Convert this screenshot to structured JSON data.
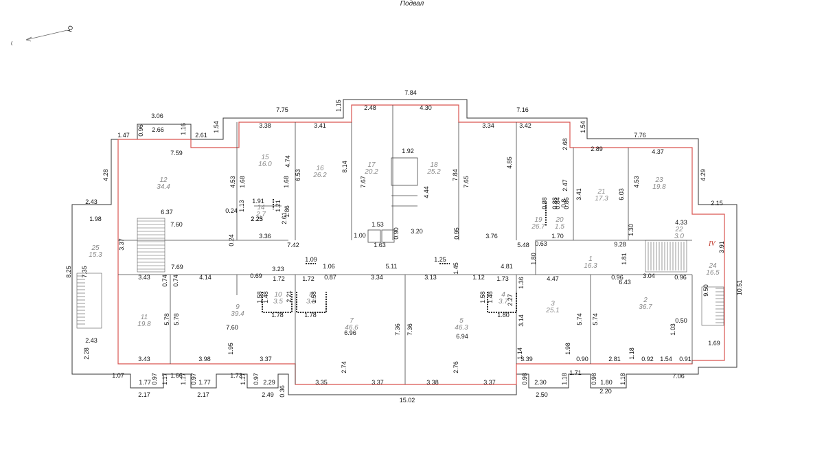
{
  "title": "Подвал",
  "north_mark": "Ю",
  "roman_label": "IV",
  "colors": {
    "perimeter": "#d9534f",
    "walls": "#333333",
    "room_labels": "#8a8a8a"
  },
  "rooms": [
    {
      "num": "1",
      "area": "16.3"
    },
    {
      "num": "2",
      "area": "36.7"
    },
    {
      "num": "3",
      "area": "25.1"
    },
    {
      "num": "4",
      "area": "3.7"
    },
    {
      "num": "5",
      "area": "46.3"
    },
    {
      "num": "7",
      "area": "46.6"
    },
    {
      "num": "8",
      "area": "3.5"
    },
    {
      "num": "9",
      "area": "39.4"
    },
    {
      "num": "10",
      "area": "3.5"
    },
    {
      "num": "11",
      "area": "19.8"
    },
    {
      "num": "12",
      "area": "34.4"
    },
    {
      "num": "14",
      "area": "2.7"
    },
    {
      "num": "15",
      "area": "16.0"
    },
    {
      "num": "16",
      "area": "26.2"
    },
    {
      "num": "17",
      "area": "20.2"
    },
    {
      "num": "18",
      "area": "25.2"
    },
    {
      "num": "19",
      "area": "26.7"
    },
    {
      "num": "20",
      "area": "1.5"
    },
    {
      "num": "21",
      "area": "17.3"
    },
    {
      "num": "22",
      "area": "3.0"
    },
    {
      "num": "23",
      "area": "19.8"
    },
    {
      "num": "24",
      "area": "16.5"
    },
    {
      "num": "25",
      "area": "15.3"
    }
  ],
  "dims": [
    "7.84",
    "7.75",
    "1.15",
    "7.16",
    "2.48",
    "4.30",
    "3.06",
    "0.96",
    "2.66",
    "1.16",
    "1.47",
    "2.61",
    "1.54",
    "3.38",
    "3.41",
    "3.34",
    "3.42",
    "1.54",
    "7.76",
    "2.68",
    "2.89",
    "4.37",
    "7.59",
    "4.28",
    "4.74",
    "6.53",
    "8.14",
    "1.92",
    "7.84",
    "7.65",
    "4.85",
    "2.47",
    "3.41",
    "6.03",
    "4.53",
    "4.29",
    "1.68",
    "1.68",
    "4.44",
    "7.67",
    "4.53",
    "2.43",
    "1.91",
    "0.24",
    "1.13",
    "1.21",
    "2.61",
    "1.86",
    "2.25",
    "6.37",
    "1.98",
    "7.60",
    "3.37",
    "8.25",
    "7.35",
    "3.36",
    "7.42",
    "1.53",
    "0.90",
    "3.20",
    "0.95",
    "3.76",
    "5.48",
    "0.63",
    "1.70",
    "9.28",
    "4.33",
    "1.30",
    "2.15",
    "3.91",
    "1.00",
    "1.63",
    "1.09",
    "1.06",
    "1.25",
    "1.45",
    "4.81",
    "5.11",
    "3.23",
    "7.69",
    "3.43",
    "0.74",
    "0.74",
    "4.14",
    "0.69",
    "1.72",
    "1.72",
    "0.87",
    "3.34",
    "3.13",
    "1.12",
    "1.73",
    "1.36",
    "4.47",
    "0.96",
    "3.04",
    "0.96",
    "6.43",
    "1.81",
    "1.80",
    "1.58",
    "1.48",
    "2.21",
    "1.58",
    "1.78",
    "1.78",
    "1.58",
    "1.48",
    "2.27",
    "1.80",
    "5.78",
    "5.78",
    "7.60",
    "6.96",
    "7.36",
    "7.36",
    "6.94",
    "3.14",
    "5.74",
    "5.74",
    "9.50",
    "10.51",
    "0.50",
    "1.03",
    "1.69",
    "2.43",
    "2.28",
    "1.95",
    "2.74",
    "2.76",
    "1.98",
    "1.14",
    "1.18",
    "3.43",
    "3.98",
    "3.37",
    "3.39",
    "0.90",
    "2.81",
    "0.92",
    "1.54",
    "0.91",
    "3.35",
    "3.37",
    "3.38",
    "3.37",
    "1.07",
    "1.77",
    "0.97",
    "1.17",
    "1.66",
    "1.17",
    "0.97",
    "1.77",
    "1.73",
    "1.17",
    "0.97",
    "2.29",
    "2.17",
    "2.17",
    "2.49",
    "0.36",
    "15.02",
    "0.98",
    "2.30",
    "1.18",
    "1.71",
    "2.50",
    "0.98",
    "1.80",
    "1.18",
    "2.20",
    "7.06",
    "0.88",
    "0.88",
    "0.84",
    "0.8",
    "0.86",
    "0.24",
    "2.23"
  ]
}
